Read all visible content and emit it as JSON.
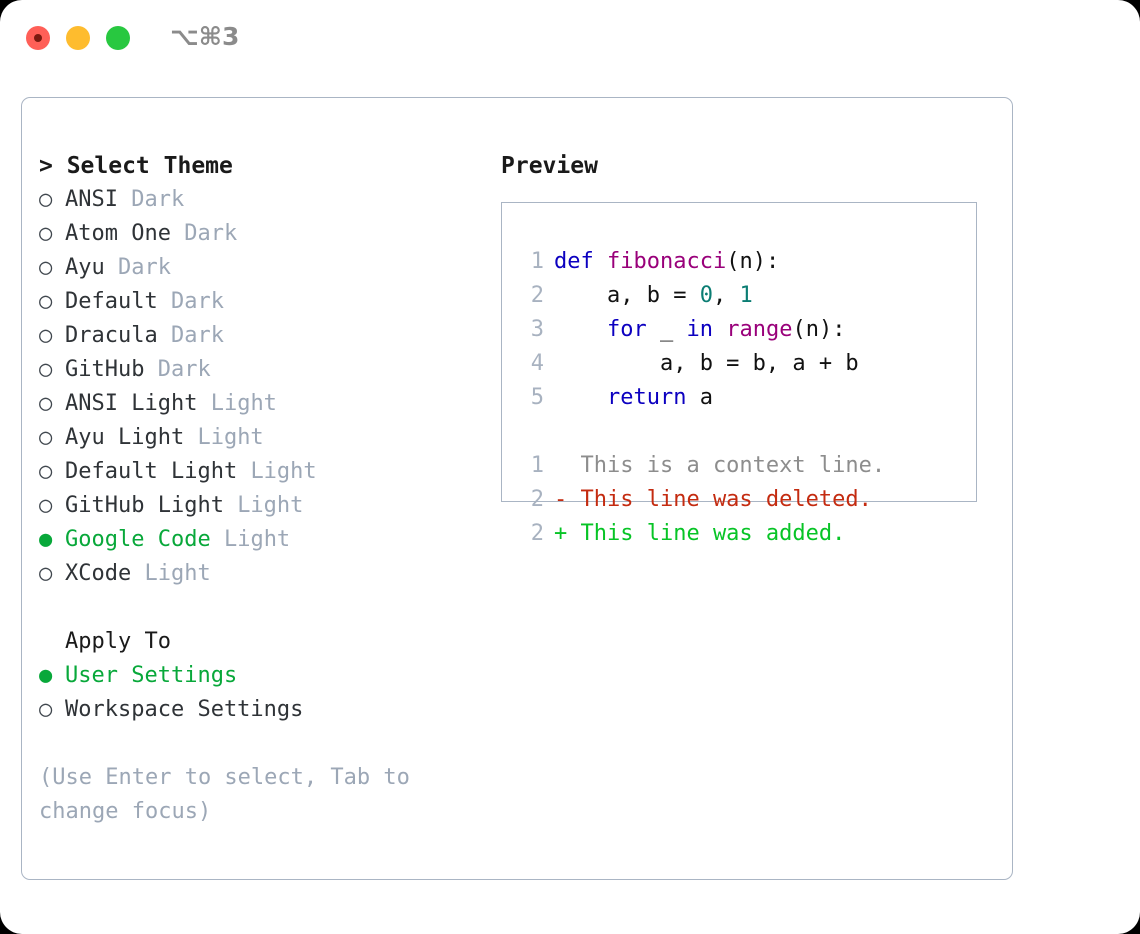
{
  "window": {
    "shortcut": "⌥⌘3",
    "traffic_lights": [
      "close-red",
      "minimize-yellow",
      "maximize-green"
    ],
    "accent_green": "#08a83a",
    "muted_gray": "#9ca7b6",
    "border": "#aab5c4"
  },
  "theme_picker": {
    "heading": "> Select Theme",
    "items": [
      {
        "marker": "○",
        "name": "ANSI",
        "tag": "Dark",
        "selected": false
      },
      {
        "marker": "○",
        "name": "Atom One",
        "tag": "Dark",
        "selected": false
      },
      {
        "marker": "○",
        "name": "Ayu",
        "tag": "Dark",
        "selected": false
      },
      {
        "marker": "○",
        "name": "Default",
        "tag": "Dark",
        "selected": false
      },
      {
        "marker": "○",
        "name": "Dracula",
        "tag": "Dark",
        "selected": false
      },
      {
        "marker": "○",
        "name": "GitHub",
        "tag": "Dark",
        "selected": false
      },
      {
        "marker": "○",
        "name": "ANSI Light",
        "tag": "Light",
        "selected": false
      },
      {
        "marker": "○",
        "name": "Ayu Light",
        "tag": "Light",
        "selected": false
      },
      {
        "marker": "○",
        "name": "Default Light",
        "tag": "Light",
        "selected": false
      },
      {
        "marker": "○",
        "name": "GitHub Light",
        "tag": "Light",
        "selected": false
      },
      {
        "marker": "●",
        "name": "Google Code",
        "tag": "Light",
        "selected": true
      },
      {
        "marker": "○",
        "name": "XCode",
        "tag": "Light",
        "selected": false
      }
    ]
  },
  "apply_to": {
    "label": "Apply To",
    "items": [
      {
        "marker": "●",
        "name": "User Settings",
        "selected": true
      },
      {
        "marker": "○",
        "name": "Workspace Settings",
        "selected": false
      }
    ]
  },
  "hint": "(Use Enter to select, Tab to change focus)",
  "preview": {
    "title": "Preview",
    "code_lines": [
      {
        "num": "1",
        "tokens": [
          {
            "t": "def ",
            "c": "kw"
          },
          {
            "t": "fibonacci",
            "c": "fn"
          },
          {
            "t": "(n):",
            "c": "plain"
          }
        ]
      },
      {
        "num": "2",
        "tokens": [
          {
            "t": "    a, b = ",
            "c": "plain"
          },
          {
            "t": "0",
            "c": "num"
          },
          {
            "t": ", ",
            "c": "plain"
          },
          {
            "t": "1",
            "c": "num"
          }
        ]
      },
      {
        "num": "3",
        "tokens": [
          {
            "t": "    ",
            "c": "plain"
          },
          {
            "t": "for",
            "c": "kw"
          },
          {
            "t": " _ ",
            "c": "plain"
          },
          {
            "t": "in",
            "c": "kw"
          },
          {
            "t": " ",
            "c": "plain"
          },
          {
            "t": "range",
            "c": "fn"
          },
          {
            "t": "(n):",
            "c": "plain"
          }
        ]
      },
      {
        "num": "4",
        "tokens": [
          {
            "t": "        a, b = b, a + b",
            "c": "plain"
          }
        ]
      },
      {
        "num": "5",
        "tokens": [
          {
            "t": "    ",
            "c": "plain"
          },
          {
            "t": "return",
            "c": "kw"
          },
          {
            "t": " a",
            "c": "plain"
          }
        ]
      }
    ],
    "diff_lines": [
      {
        "num": "1",
        "sign": " ",
        "text": " This is a context line.",
        "kind": "diff-ctx"
      },
      {
        "num": "2",
        "sign": "-",
        "text": " This line was deleted.",
        "kind": "diff-del"
      },
      {
        "num": "2",
        "sign": "+",
        "text": " This line was added.",
        "kind": "diff-add"
      }
    ]
  }
}
